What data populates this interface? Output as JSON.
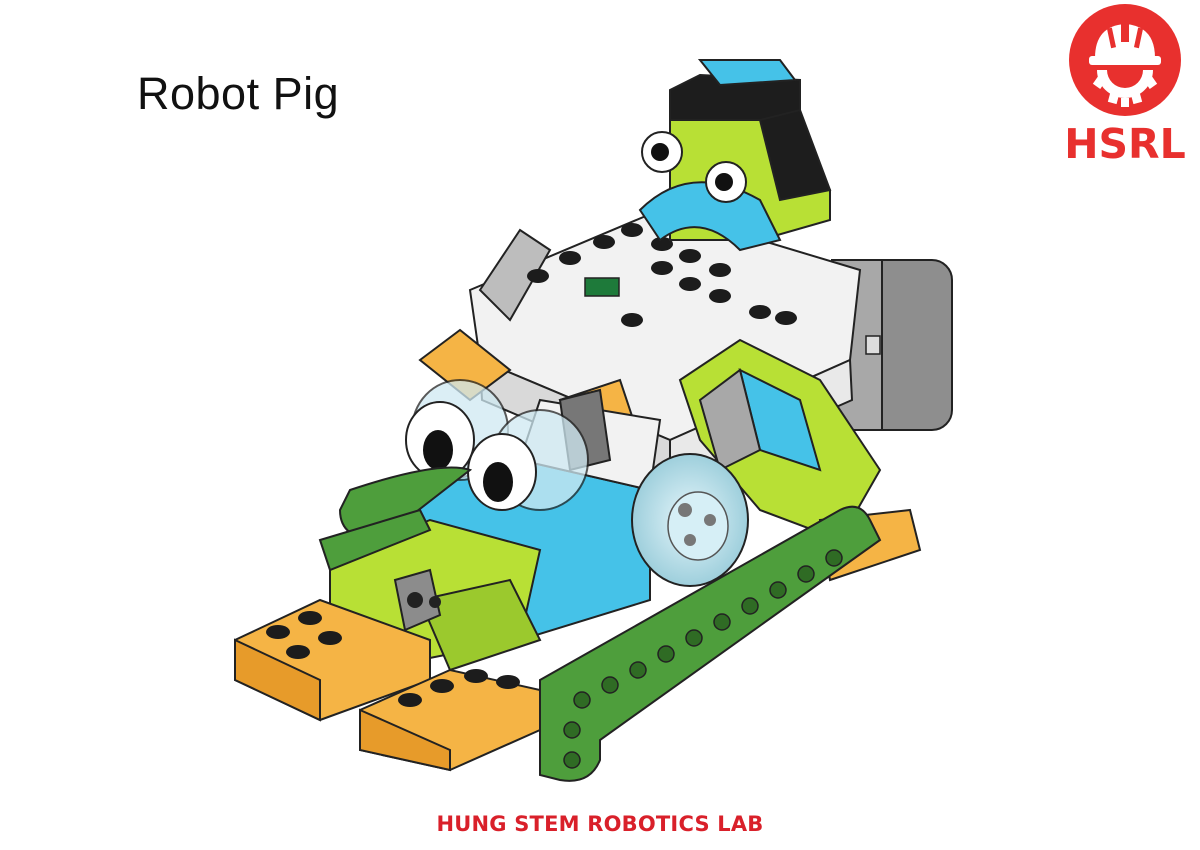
{
  "slide": {
    "title": "Robot Pig",
    "footer": "HUNG STEM ROBOTICS LAB"
  },
  "logo": {
    "text": "HSRL",
    "icon": "helmet-gear-icon",
    "color": "#e8302e"
  },
  "model_image": {
    "subject": "lego-robot-pig-model"
  },
  "colors": {
    "title": "#111111",
    "footer": "#d9202a",
    "lime": "#b8e035",
    "azure": "#43c1e8",
    "orange": "#f5b445",
    "green": "#4e9e3c",
    "grey": "#8c8c8c",
    "white": "#f4f4f4",
    "black": "#1a1a1a"
  }
}
